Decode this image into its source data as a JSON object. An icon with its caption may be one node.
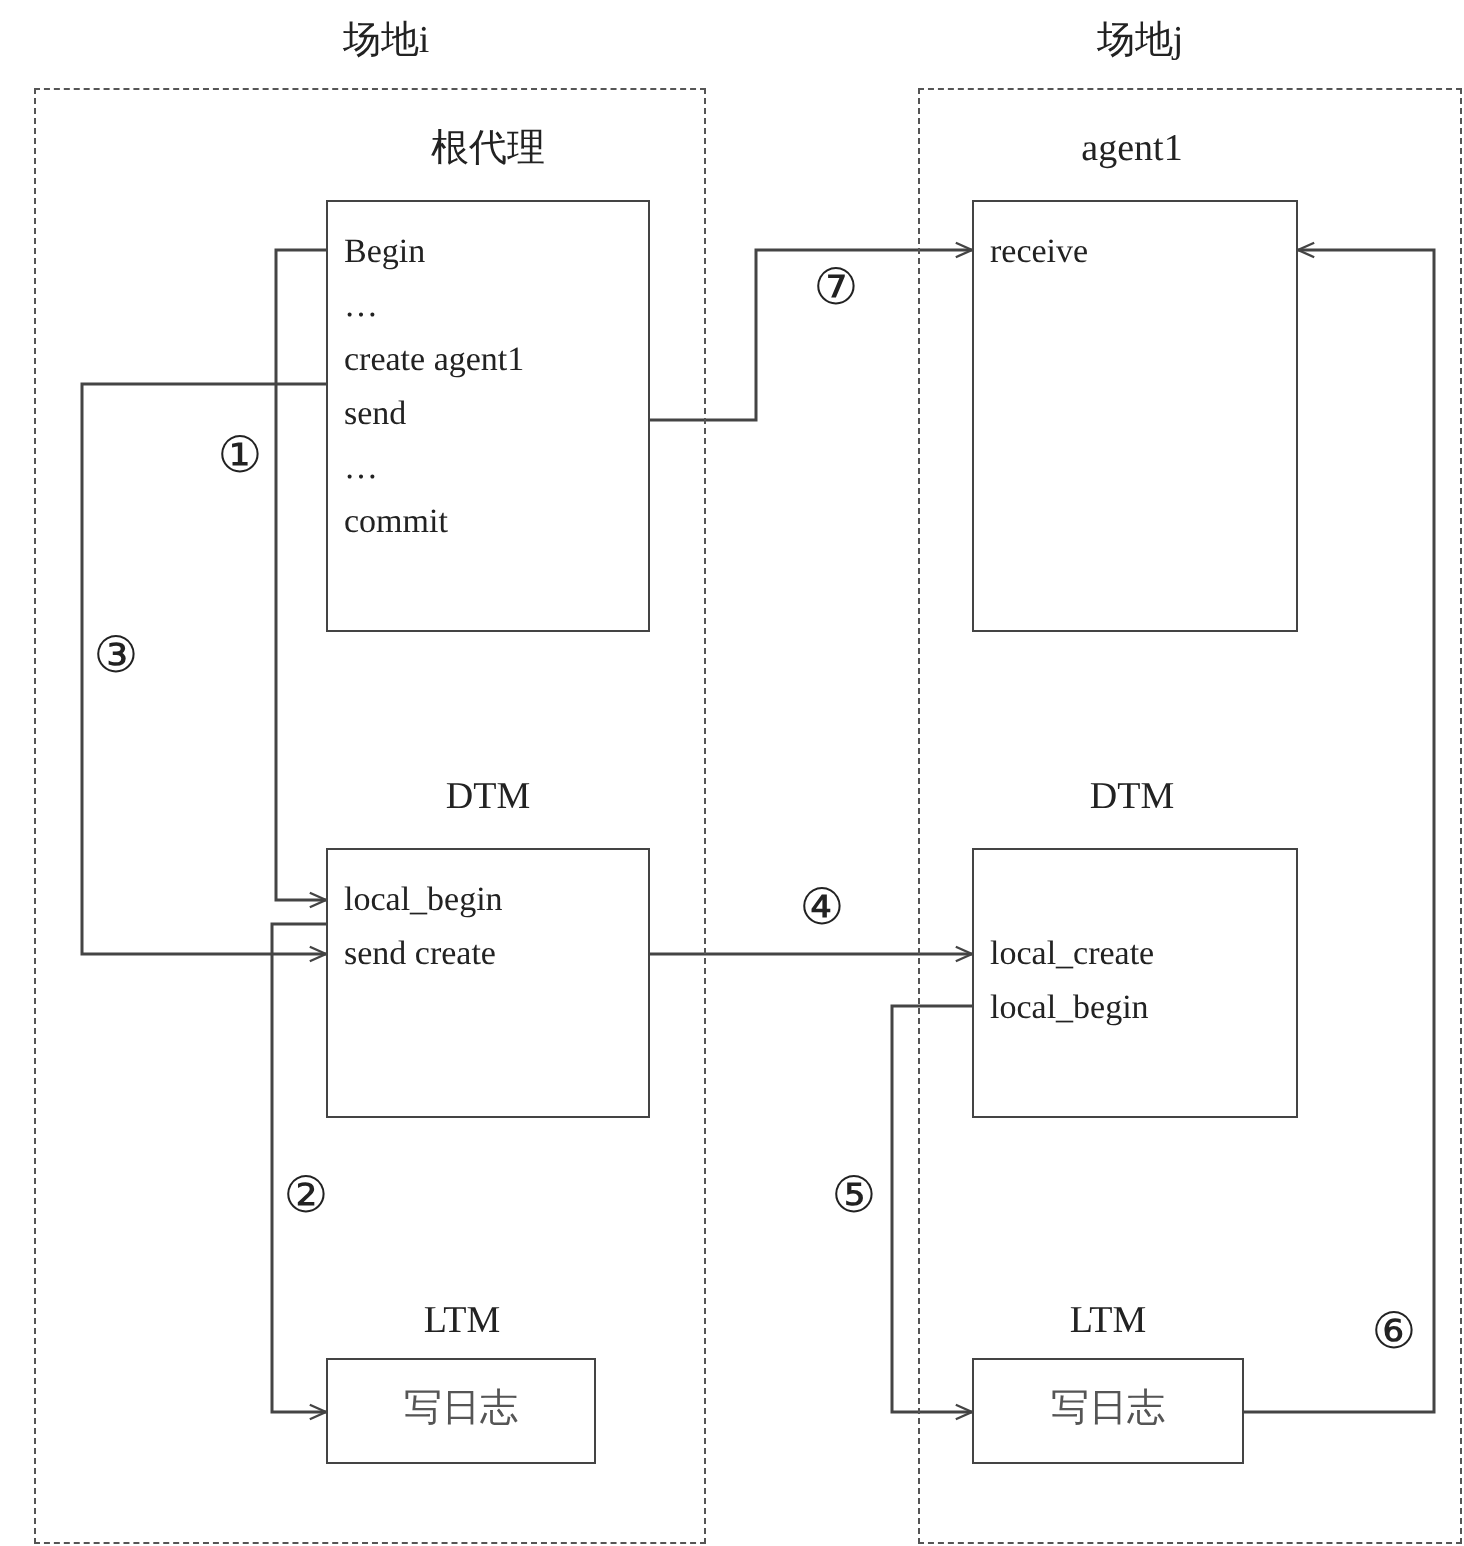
{
  "diagram": {
    "nodes": [
      {
        "text": [
          "场地i"
        ]
      },
      {
        "text": [
          "根代理",
          "Begin",
          "…",
          "create agent1",
          "send",
          "…",
          "commit"
        ],
        "in": 0
      },
      {
        "text": [
          "DTM",
          "local_begin",
          "send create"
        ],
        "in": 0
      },
      {
        "text": [
          "LTM",
          "写日志"
        ],
        "in": 0
      },
      {
        "text": [
          "场地j"
        ]
      },
      {
        "text": [
          "agent1",
          "receive"
        ],
        "in": 4
      },
      {
        "text": [
          "DTM",
          "local_create",
          "local_begin"
        ],
        "in": 4
      },
      {
        "text": [
          "LTM",
          "写日志"
        ],
        "in": 4
      }
    ],
    "edges": [
      {
        "from": 1,
        "to": 2,
        "arrow": "to",
        "label": "①"
      },
      {
        "from": 2,
        "to": 3,
        "arrow": "to",
        "label": "②"
      },
      {
        "from": 1,
        "to": 2,
        "arrow": "to",
        "label": "③"
      },
      {
        "from": 2,
        "to": 6,
        "arrow": "to",
        "label": "④"
      },
      {
        "from": 6,
        "to": 7,
        "arrow": "to",
        "label": "⑤"
      },
      {
        "from": 7,
        "to": 5,
        "arrow": "to",
        "label": "⑥"
      },
      {
        "from": 1,
        "to": 5,
        "arrow": "to",
        "label": "⑦"
      }
    ]
  }
}
